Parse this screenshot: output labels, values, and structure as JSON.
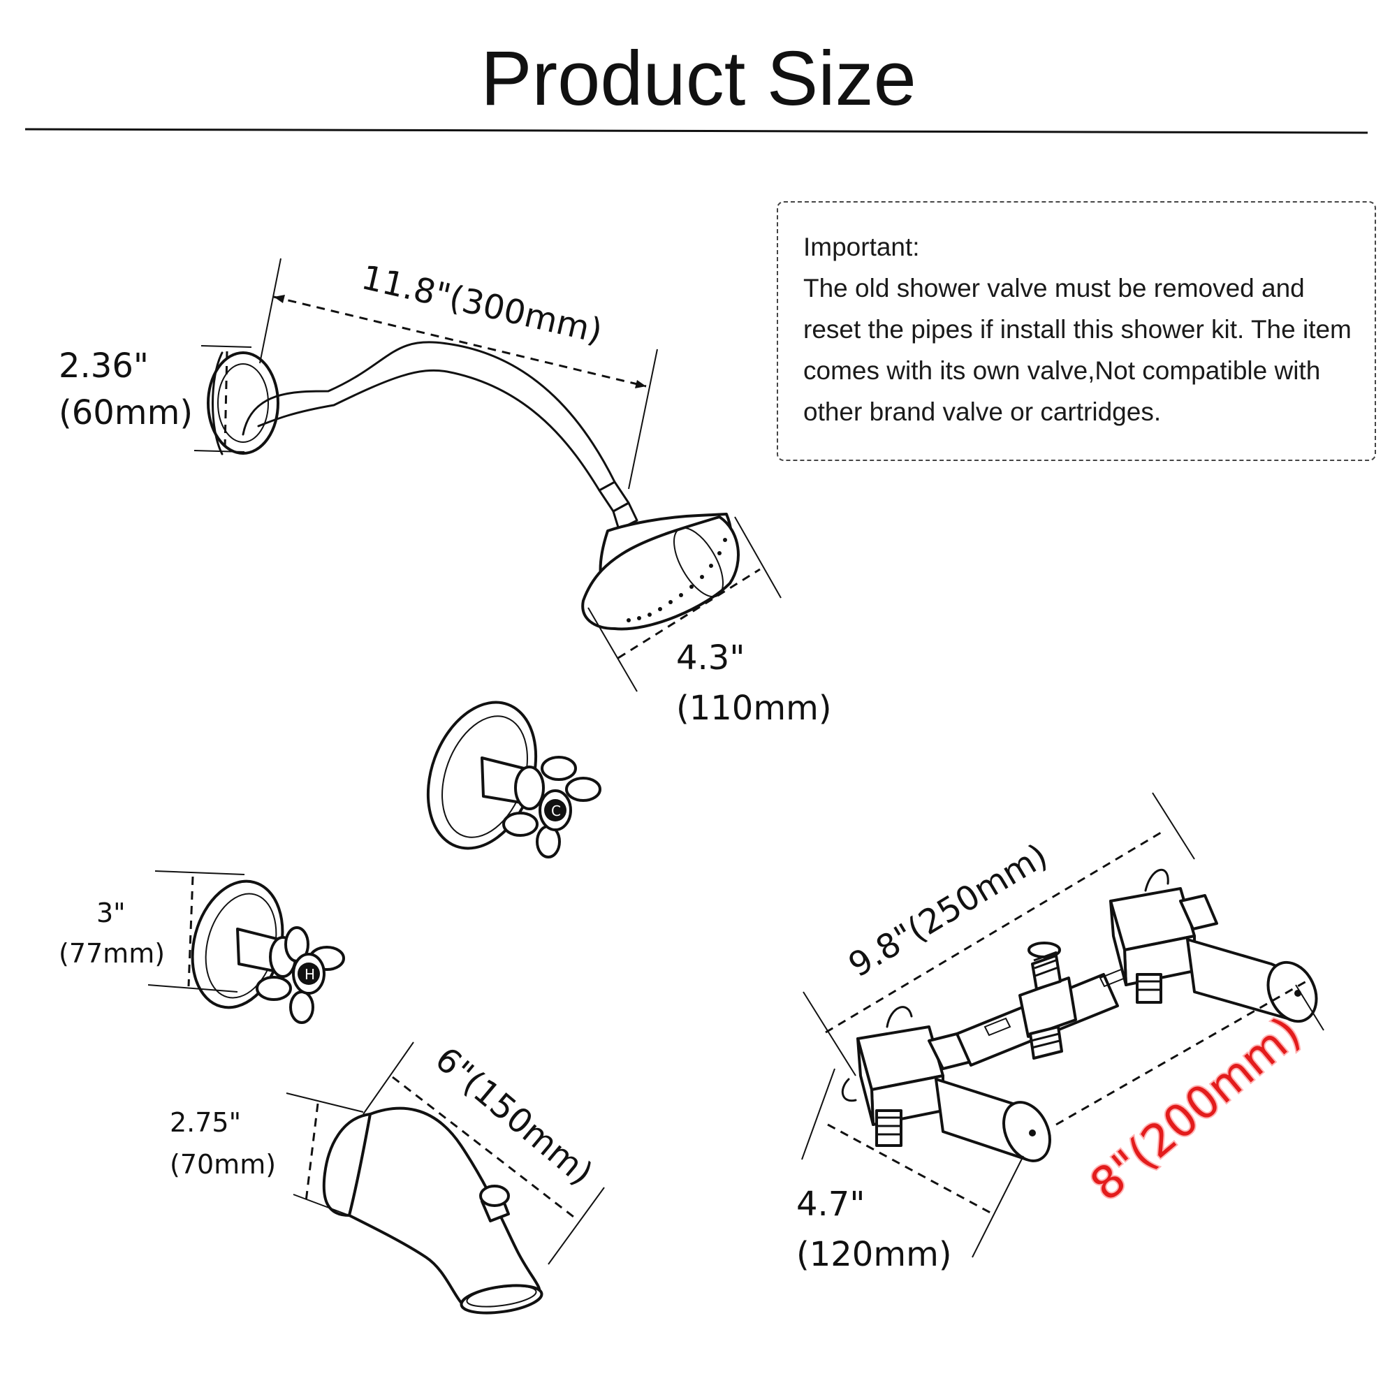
{
  "title": "Product Size",
  "notice": {
    "heading": "Important:",
    "body": "The old shower valve must be removed and reset the pipes if install this shower kit. The item comes with its own valve,Not compatible with other brand valve or cartridges."
  },
  "dimensions": {
    "arm_length": "11.8\"(300mm)",
    "flange_in": "2.36\"",
    "flange_mm": "(60mm)",
    "head_in": "4.3\"",
    "head_mm": "(110mm)",
    "handle_flange_in": "3\"",
    "handle_flange_mm": "(77mm)",
    "spout_length": "6\"(150mm)",
    "spout_in": "2.75\"",
    "spout_mm": "(70mm)",
    "valve_width": "9.8\"(250mm)",
    "valve_depth_in": "4.7\"",
    "valve_depth_mm": "(120mm)",
    "valve_center": "8\"(200mm)"
  },
  "handle_labels": {
    "cold": "C",
    "hot": "H"
  },
  "colors": {
    "highlight": "#e31c1c",
    "line": "#111111"
  }
}
